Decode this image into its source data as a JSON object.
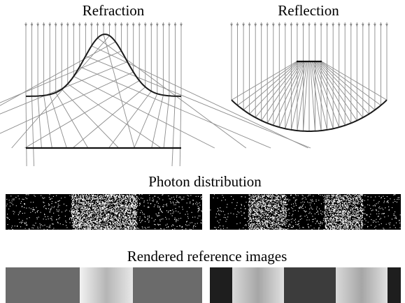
{
  "titles": {
    "refraction": "Refraction",
    "reflection": "Reflection",
    "photon_distribution": "Photon distribution",
    "rendered_reference": "Rendered reference images"
  },
  "colors": {
    "ray": "#8c8c8c",
    "surface": "#1a1a1a",
    "background": "#ffffff",
    "photon_bg": "#000000",
    "photon_dot": "#ffffff"
  },
  "panels": {
    "refraction_photon_bands": [
      0.08,
      0.9,
      0.1
    ],
    "reflection_photon_bands": [
      0.05,
      0.75,
      0.12,
      0.8,
      0.08
    ],
    "refraction_rendered_bands": [
      "#666666",
      "gradient-light",
      "#666666"
    ],
    "reflection_rendered_bands": [
      "#1c1c1c",
      "gradient-light",
      "#3a3a3a",
      "gradient-light",
      "#1c1c1c"
    ]
  }
}
